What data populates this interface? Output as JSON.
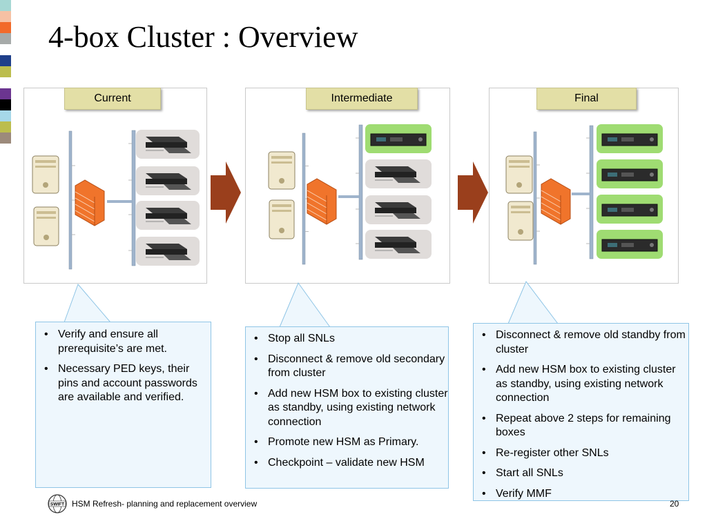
{
  "slide": {
    "title": "4-box Cluster : Overview",
    "footer_text": "HSM Refresh- planning and replacement overview",
    "page_number": "20",
    "logo_text": "SWIFT"
  },
  "colors": {
    "sidebar": [
      "#a6d8d4",
      "#f6c1a4",
      "#f26a2a",
      "#a6aaa9",
      "#ffffff",
      "#1f3f8a",
      "#bcbd4d",
      "#ffffff",
      "#6b3590",
      "#000000",
      "#a6d8e9",
      "#bcbd4d",
      "#9c8a7b"
    ],
    "panel_label_bg": "#e3dfa6",
    "callout_bg": "#eef7fd",
    "callout_border": "#8fc5e6",
    "arrow": "#9a3f1c",
    "new_hsm_bg": "#9fdc72"
  },
  "panels": [
    {
      "label": "Current",
      "hsm_boxes": [
        "old",
        "old",
        "old",
        "old"
      ]
    },
    {
      "label": "Intermediate",
      "hsm_boxes": [
        "new",
        "old",
        "old",
        "old"
      ]
    },
    {
      "label": "Final",
      "hsm_boxes": [
        "new",
        "new",
        "new",
        "new"
      ]
    }
  ],
  "callouts": [
    {
      "items": [
        "Verify and ensure all prerequisite’s are met.",
        "Necessary PED keys, their pins and account passwords are available and verified."
      ]
    },
    {
      "items": [
        "Stop all SNLs",
        "Disconnect & remove old secondary from cluster",
        "Add new HSM box to existing cluster as standby, using existing network connection",
        "Promote new HSM as Primary.",
        "Checkpoint – validate new HSM"
      ]
    },
    {
      "items": [
        "Disconnect & remove old standby from cluster",
        "Add new HSM box to existing cluster as standby, using existing network connection",
        "Repeat above 2 steps for remaining boxes",
        "Re-register other SNLs",
        "Start all SNLs",
        "Verify MMF"
      ]
    }
  ]
}
